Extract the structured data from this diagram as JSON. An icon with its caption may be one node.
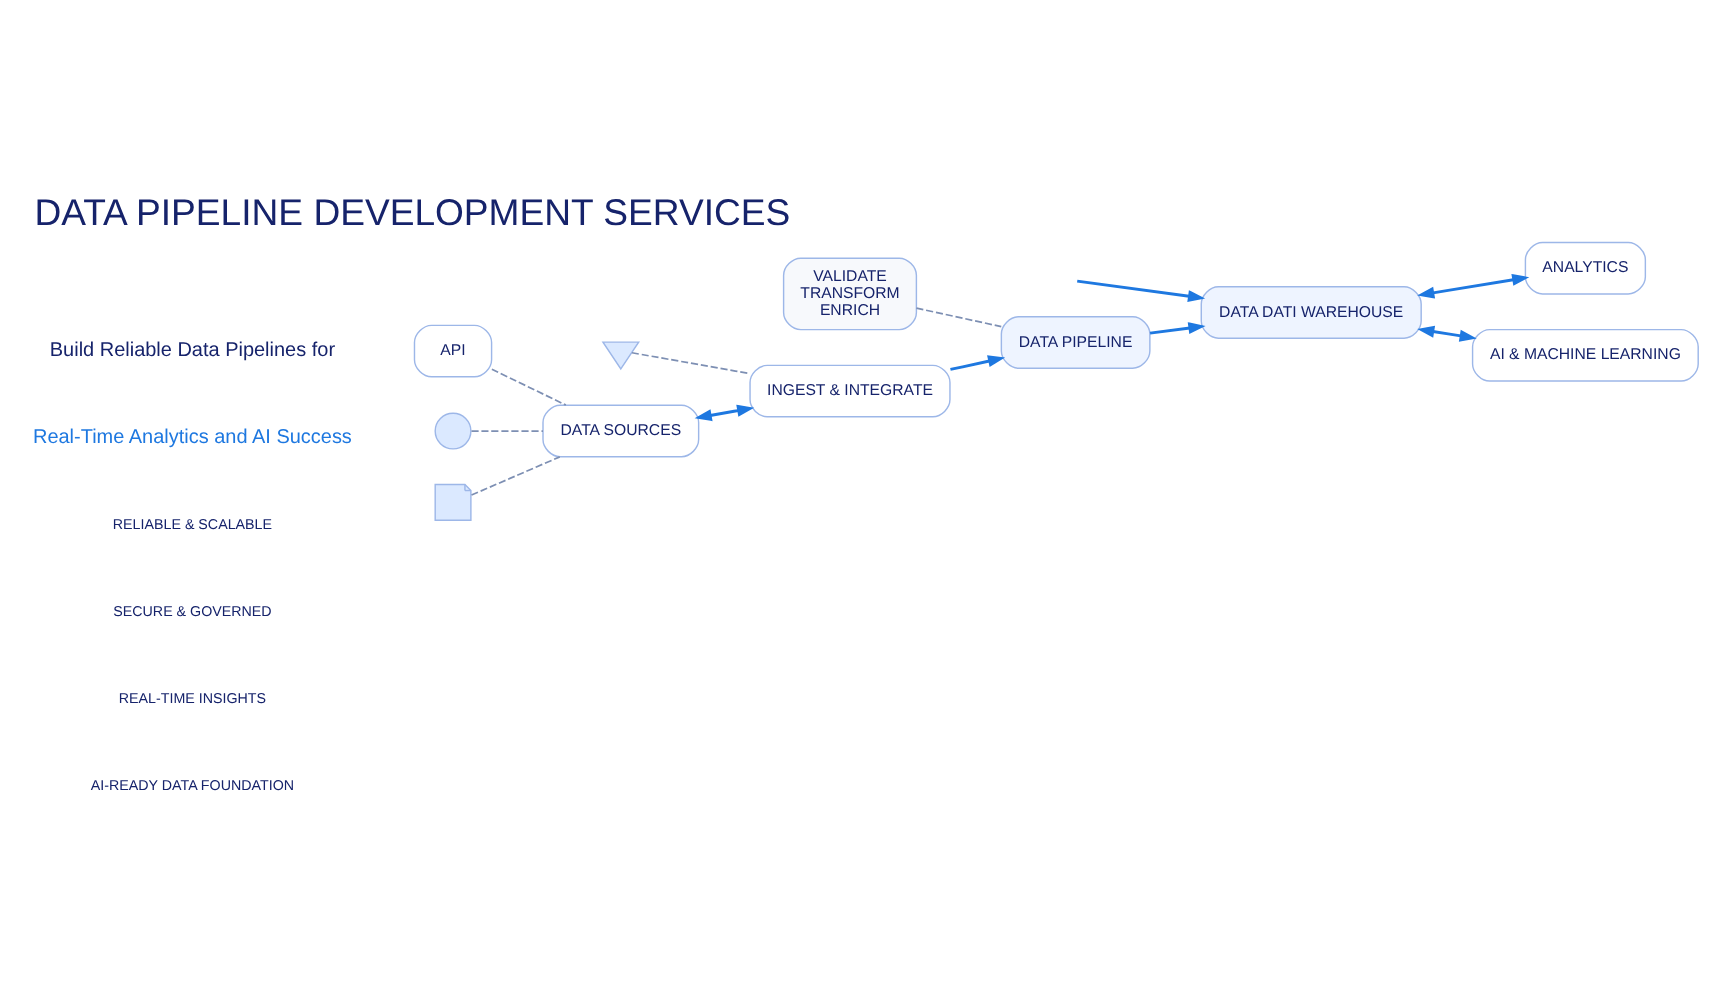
{
  "diagram": {
    "title": "DATA PIPELINE DEVELOPMENT SERVICES",
    "nodes": [
      {
        "text": [
          "DATA SOURCES"
        ]
      },
      {
        "text": [
          "INGEST & INTEGRATE"
        ]
      },
      {
        "text": [
          "DATA PIPELINE"
        ]
      },
      {
        "text": [
          "DATA DATI WAREHOUSE"
        ]
      },
      {
        "text": [
          "ANALYTICS"
        ]
      },
      {
        "text": [
          "AI & MACHINE LEARNING"
        ]
      },
      {
        "text": [
          "VALIDATE",
          "TRANSFORM",
          "ENRICH"
        ]
      },
      {
        "text": [
          "API"
        ]
      },
      {
        "text": [],
        "shape": "cloud"
      },
      {
        "text": [],
        "shape": "document"
      },
      {
        "text": [],
        "shape": "antenna"
      }
    ],
    "edges": [
      {
        "from": 7,
        "to": 0,
        "arrow": "none",
        "style": "dashed",
        "color": "#7d8fb3"
      },
      {
        "from": 8,
        "to": 0,
        "arrow": "none",
        "style": "dashed",
        "color": "#7d8fb3"
      },
      {
        "from": 9,
        "to": 0,
        "arrow": "none",
        "style": "dashed",
        "color": "#7d8fb3"
      },
      {
        "from": 10,
        "to": 1,
        "arrow": "none",
        "style": "dashed",
        "color": "#7d8fb3"
      },
      {
        "from": 0,
        "to": 1,
        "arrow": "both"
      },
      {
        "from": 1,
        "to": 2,
        "arrow": "to"
      },
      {
        "from": 6,
        "to": 2,
        "arrow": "none",
        "style": "dashed",
        "color": "#7d8fb3"
      },
      {
        "from": 2,
        "to": 3,
        "arrow": "to"
      },
      {
        "from": null,
        "to": 3,
        "arrow": "to"
      },
      {
        "from": 3,
        "to": 4,
        "arrow": "both"
      },
      {
        "from": 3,
        "to": 5,
        "arrow": "both"
      }
    ],
    "labels": [
      "Build Reliable Data Pipelines for",
      "Real-Time Analytics and AI Success",
      "RELIABLE & SCALABLE",
      "SECURE & GOVERNED",
      "REAL-TIME INSIGHTS",
      "AI-READY DATA FOUNDATION"
    ]
  }
}
